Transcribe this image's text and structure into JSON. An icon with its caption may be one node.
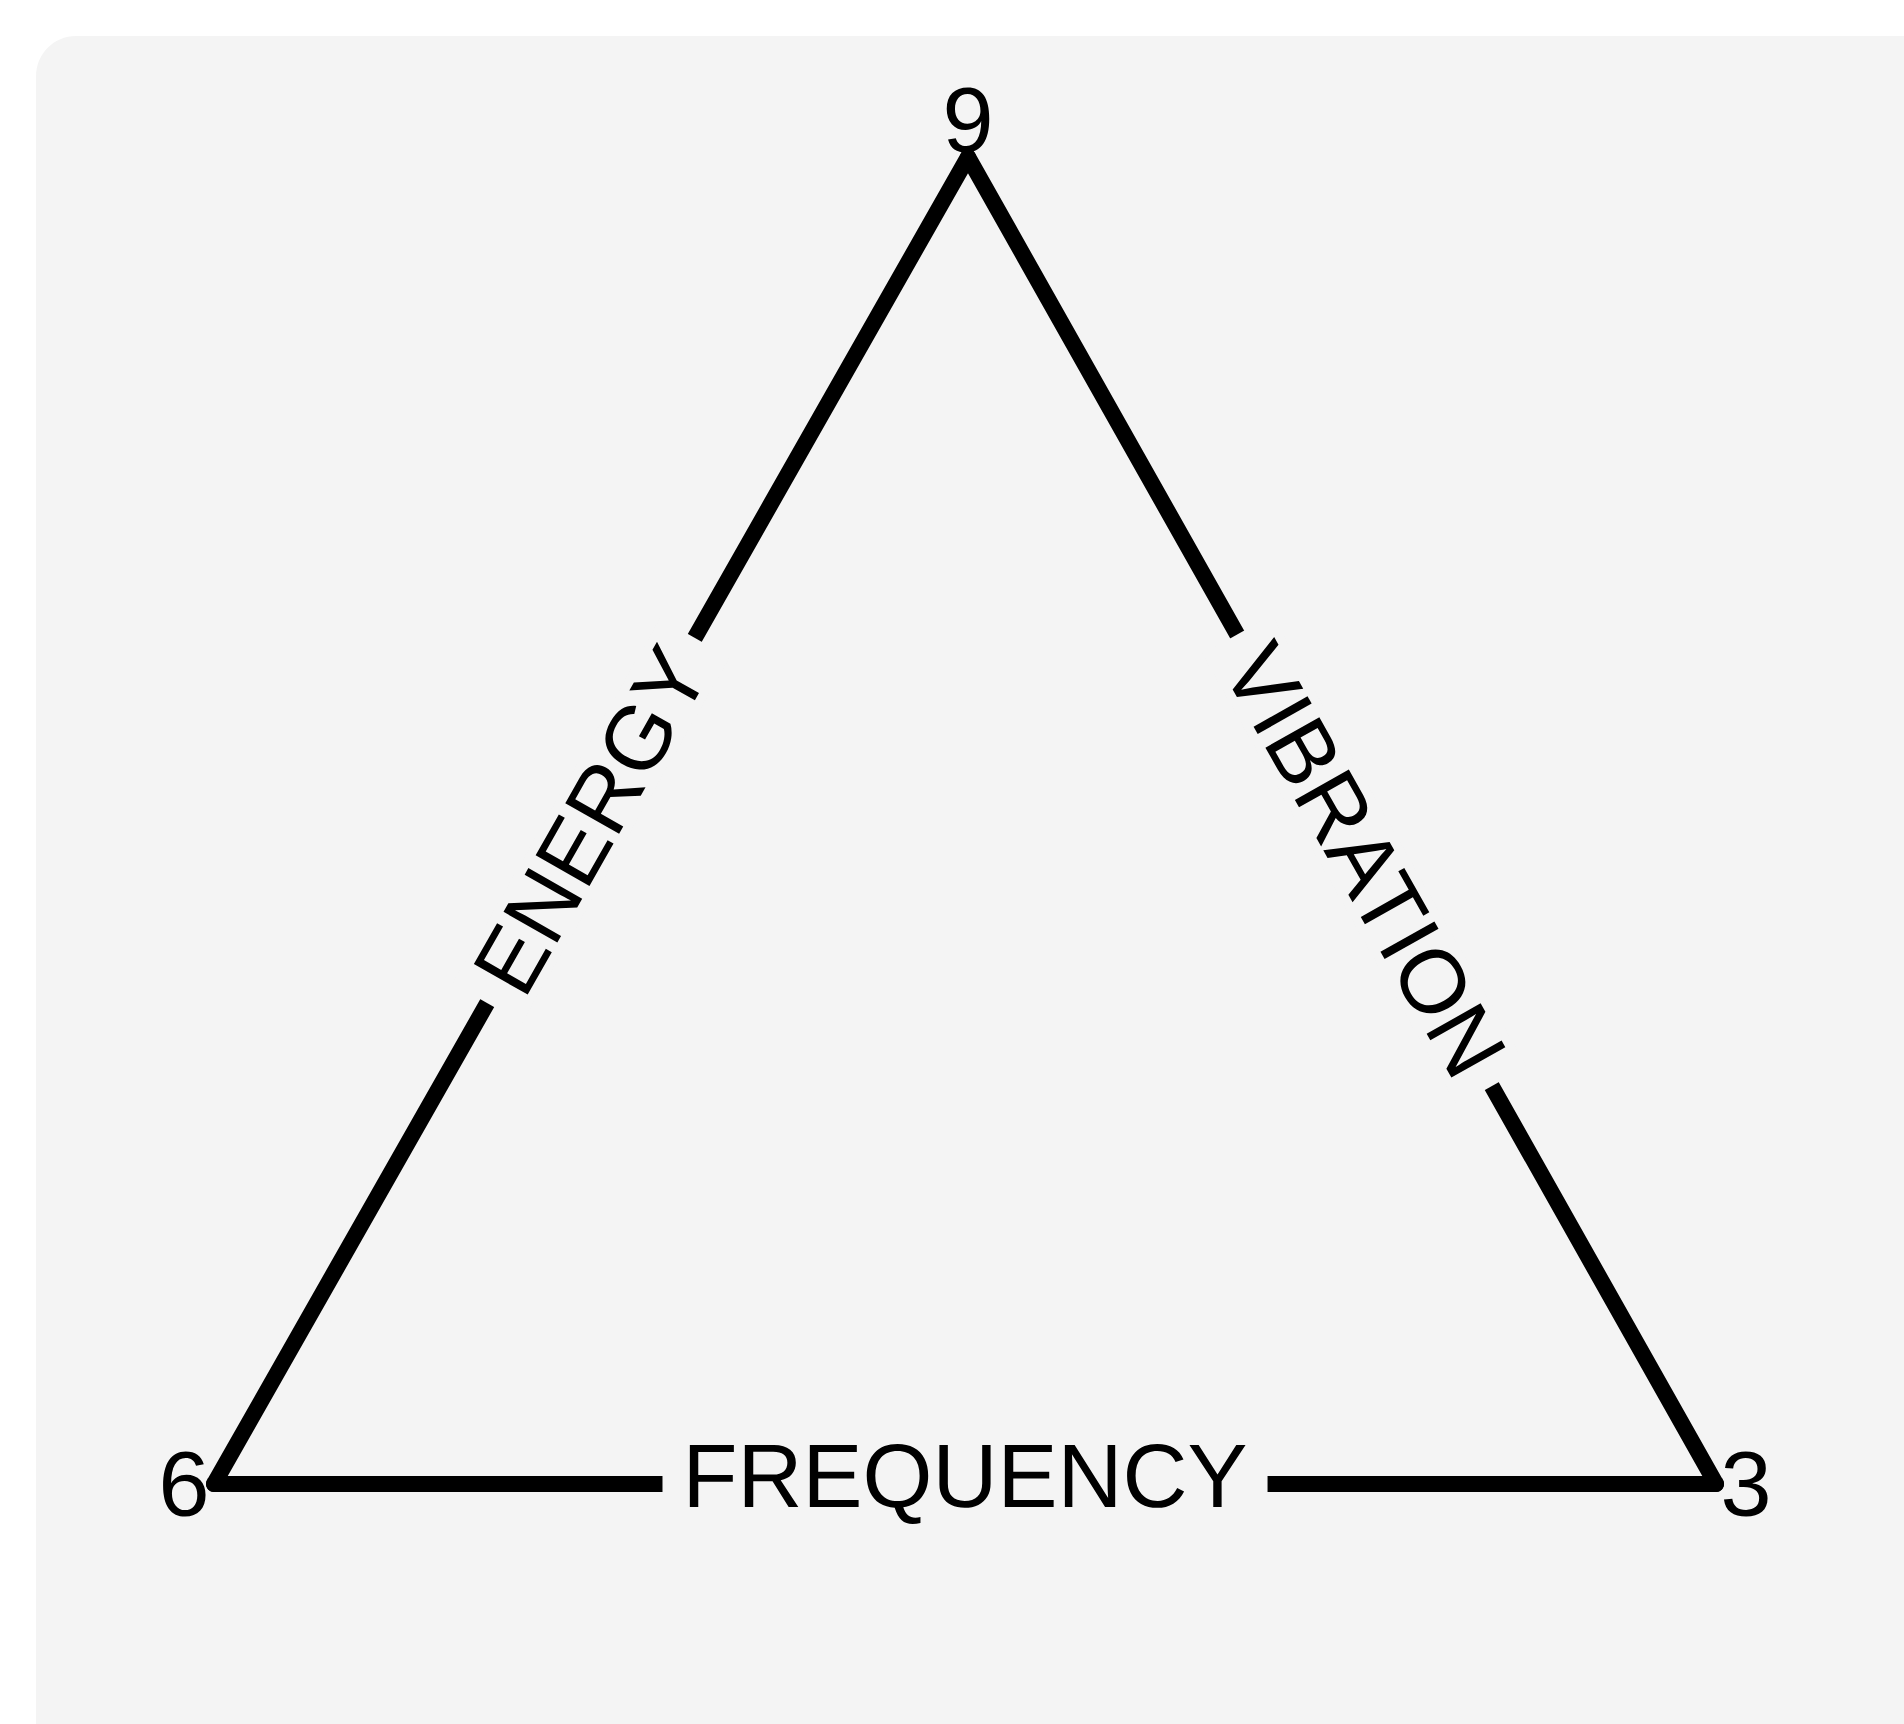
{
  "diagram": {
    "nodes": [
      {
        "text": [
          "9"
        ]
      },
      {
        "text": [
          "6"
        ]
      },
      {
        "text": [
          "3"
        ]
      }
    ],
    "edges": [
      {
        "from": 1,
        "to": 0,
        "arrow": "none",
        "label": "ENERGY"
      },
      {
        "from": 0,
        "to": 2,
        "arrow": "none",
        "label": "VIBRATION"
      },
      {
        "from": 1,
        "to": 2,
        "arrow": "none",
        "label": "FREQUENCY"
      }
    ]
  }
}
